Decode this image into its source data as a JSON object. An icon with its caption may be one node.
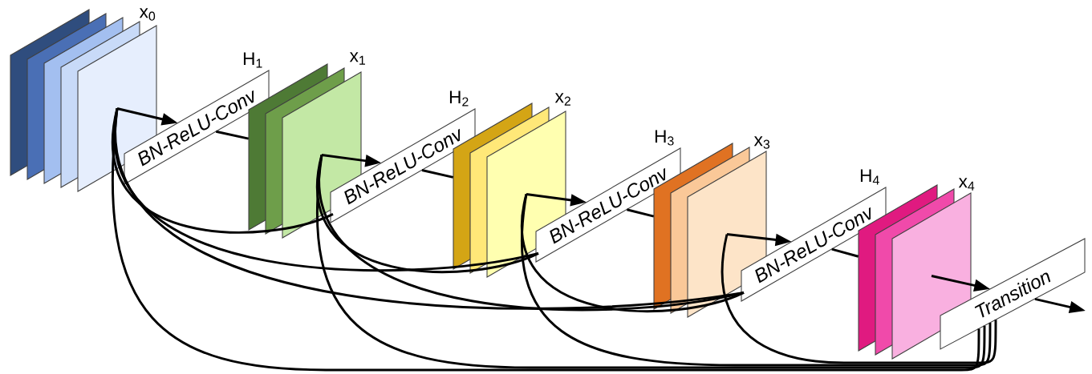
{
  "diagram": {
    "nodes": [
      {
        "text": [
          "x$_{0}$"
        ]
      },
      {
        "text": [
          "H$_{1}$",
          "BN-ReLU-Conv"
        ]
      },
      {
        "text": [
          "x$_{1}$"
        ]
      },
      {
        "text": [
          "H$_{2}$",
          "BN-ReLU-Conv"
        ]
      },
      {
        "text": [
          "x$_{2}$"
        ]
      },
      {
        "text": [
          "H$_{3}$",
          "BN-ReLU-Conv"
        ]
      },
      {
        "text": [
          "x$_{3}$"
        ]
      },
      {
        "text": [
          "H$_{4}$",
          "BN-ReLU-Conv"
        ]
      },
      {
        "text": [
          "x$_{4}$"
        ]
      },
      {
        "text": [
          "Transition"
        ]
      }
    ],
    "edges": [
      {
        "from": 0,
        "to": 1,
        "arrow": "to"
      },
      {
        "from": 1,
        "to": 2,
        "arrow": "none"
      },
      {
        "from": 2,
        "to": 3,
        "arrow": "to"
      },
      {
        "from": 3,
        "to": 4,
        "arrow": "none"
      },
      {
        "from": 4,
        "to": 5,
        "arrow": "to"
      },
      {
        "from": 5,
        "to": 6,
        "arrow": "none"
      },
      {
        "from": 6,
        "to": 7,
        "arrow": "to"
      },
      {
        "from": 7,
        "to": 8,
        "arrow": "none"
      },
      {
        "from": 8,
        "to": 9,
        "arrow": "to"
      },
      {
        "from": 9,
        "to": null,
        "arrow": "to"
      },
      {
        "from": 0,
        "to": 3,
        "arrow": "none"
      },
      {
        "from": 0,
        "to": 5,
        "arrow": "none"
      },
      {
        "from": 0,
        "to": 7,
        "arrow": "none"
      },
      {
        "from": 0,
        "to": 9,
        "arrow": "none"
      },
      {
        "from": 2,
        "to": 5,
        "arrow": "none"
      },
      {
        "from": 2,
        "to": 7,
        "arrow": "none"
      },
      {
        "from": 2,
        "to": 9,
        "arrow": "none"
      },
      {
        "from": 4,
        "to": 7,
        "arrow": "none"
      },
      {
        "from": 4,
        "to": 9,
        "arrow": "none"
      },
      {
        "from": 6,
        "to": 9,
        "arrow": "none"
      }
    ]
  }
}
